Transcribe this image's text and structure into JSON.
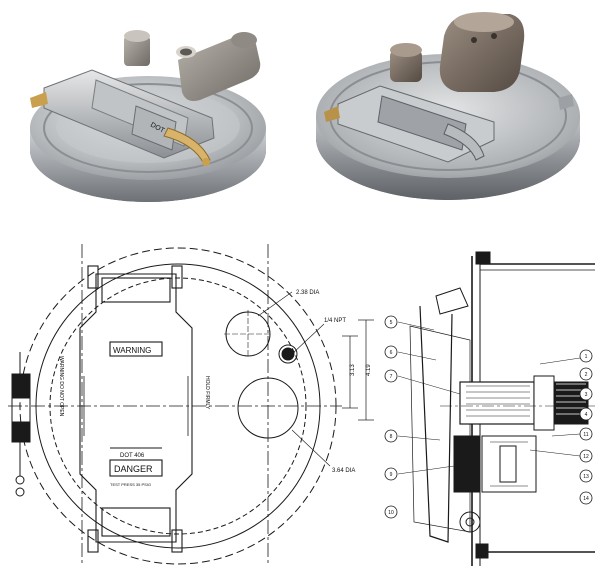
{
  "photos": {
    "left_label": "DOT 406",
    "right_label": ""
  },
  "plan_view": {
    "dims": {
      "small_hole": "2.38 DIA",
      "npt": "1/4 NPT",
      "large_hole": "3.64 DIA",
      "inner_height": "3.13",
      "outer_height": "4.19"
    },
    "plate_warning": "WARNING",
    "plate_dot": "DOT 406",
    "plate_danger": "DANGER",
    "plate_fine": "TEST PRESS 35 PSIG",
    "stamp_left": "WARNING DO NOT OPEN",
    "stamp_right": "HOLD FIRMLY"
  },
  "section_view": {
    "balloons_left": [
      "5",
      "6",
      "7",
      "8",
      "9",
      "10"
    ],
    "balloons_right": [
      "1",
      "2",
      "3",
      "4",
      "11",
      "12",
      "13",
      "14"
    ]
  },
  "colors": {
    "steel": "#a6a9ad",
    "drawing_line": "#1a1a1a",
    "background": "#ffffff"
  }
}
